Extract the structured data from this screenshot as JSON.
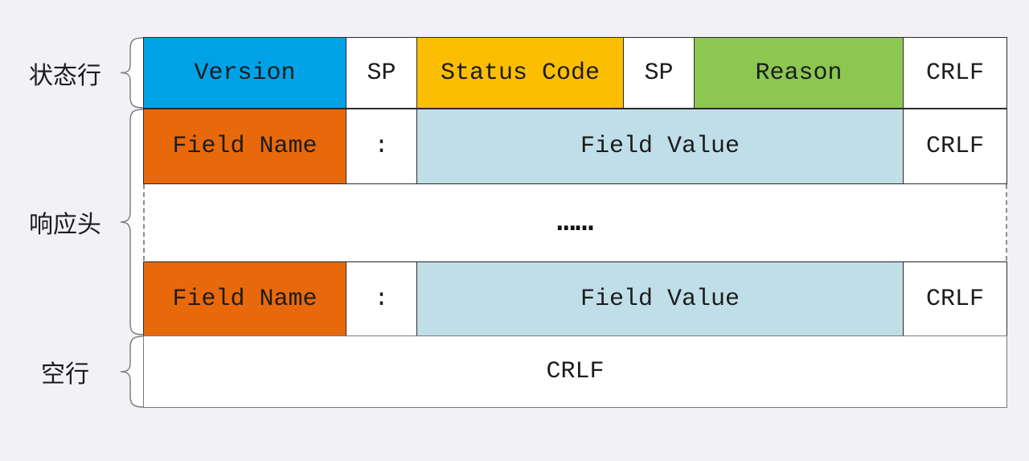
{
  "page": {
    "background_color": "#F2F1F6",
    "description_colors": {
      "version_blue": "#00A2E6",
      "status_code_yellow": "#FCBE00",
      "reason_green": "#8CC751",
      "field_name_orange": "#E8690B",
      "field_value_lightblue": "#BFDEE8",
      "cell_border": "#2B2B2B",
      "brace_gray": "#7F7F7F"
    }
  },
  "side_labels": {
    "status_line": "状态行",
    "response_headers": "响应头",
    "blank_line": "空行"
  },
  "status_line_row": {
    "version": "Version",
    "sp1": "SP",
    "status_code": "Status Code",
    "sp2": "SP",
    "reason": "Reason",
    "crlf": "CRLF"
  },
  "header_row_1": {
    "field_name": "Field Name",
    "colon": ":",
    "field_value": "Field Value",
    "crlf": "CRLF"
  },
  "ellipsis_row": {
    "dots": "……"
  },
  "header_row_2": {
    "field_name": "Field Name",
    "colon": ":",
    "field_value": "Field Value",
    "crlf": "CRLF"
  },
  "blank_line_row": {
    "crlf": "CRLF"
  }
}
